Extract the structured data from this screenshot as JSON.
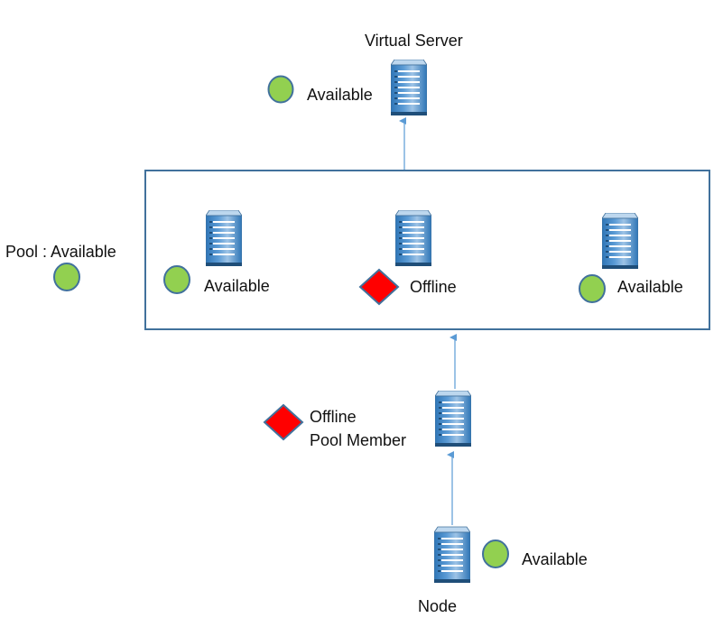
{
  "virtual_server": {
    "title": "Virtual Server",
    "status": "Available"
  },
  "pool": {
    "label": "Pool : Available",
    "members": [
      {
        "status": "Available"
      },
      {
        "status": "Offline"
      },
      {
        "status": "Available"
      }
    ]
  },
  "pool_member": {
    "status": "Offline",
    "label": "Pool Member"
  },
  "node": {
    "label": "Node",
    "status": "Available"
  },
  "colors": {
    "available": "#92d050",
    "offline": "#ff0000",
    "border": "#41719c",
    "arrow": "#5b9bd5",
    "server_light": "#9dc3e6",
    "server_dark": "#2e75b6"
  },
  "icons": {
    "server": "server-icon",
    "available": "available-status-icon",
    "offline": "offline-status-icon"
  }
}
